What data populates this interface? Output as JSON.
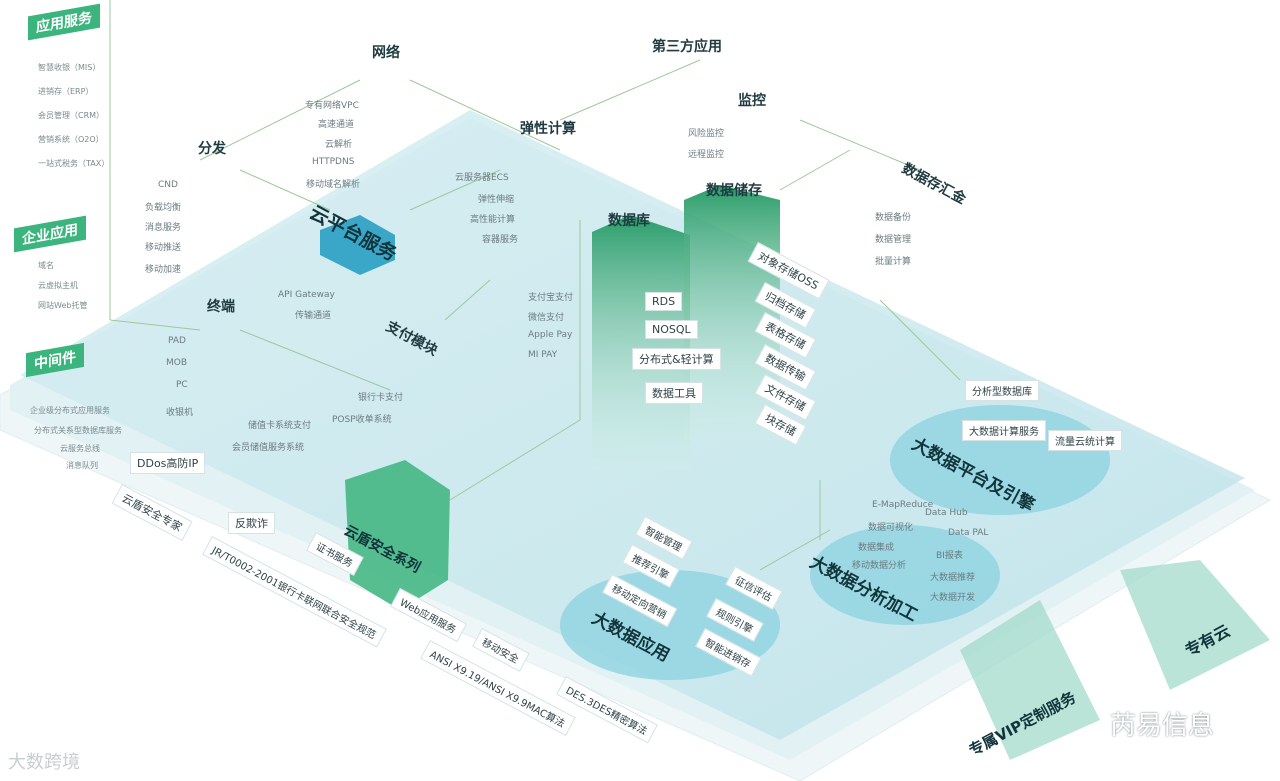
{
  "left_panels": [
    {
      "title": "应用服务",
      "items": [
        "智慧收银（MIS）",
        "进销存（ERP）",
        "会员管理（CRM）",
        "营销系统（O2O）",
        "一站式税务（TAX）"
      ]
    },
    {
      "title": "企业应用",
      "items": [
        "域名",
        "云虚拟主机",
        "网站Web托管"
      ]
    },
    {
      "title": "中间件",
      "items": [
        "企业级分布式应用服务",
        "分布式关系型数据库服务",
        "云服务总线",
        "消息队列"
      ]
    }
  ],
  "stacks": {
    "network": {
      "title": "网络",
      "items": [
        "专有网络VPC",
        "高速通道",
        "云解析",
        "HTTPDNS",
        "移动域名解析"
      ]
    },
    "distribute": {
      "title": "分发",
      "items": [
        "CND",
        "负载均衡",
        "消息服务",
        "移动推送",
        "移动加速"
      ]
    },
    "compute": {
      "title": "弹性计算",
      "items": [
        "云服务器ECS",
        "弹性伸缩",
        "高性能计算",
        "容器服务"
      ]
    },
    "third": {
      "title": "第三方应用"
    },
    "monitor": {
      "title": "监控",
      "items": [
        "风险监控",
        "远程监控"
      ]
    },
    "datastore_fund": {
      "title": "数据存汇金",
      "items": [
        "数据备份",
        "数据管理",
        "批量计算"
      ]
    },
    "terminal": {
      "title": "终端",
      "items": [
        "PAD",
        "MOB",
        "PC",
        "收银机"
      ]
    },
    "payment": {
      "title": "支付模块",
      "items": [
        "支付宝支付",
        "微信支付",
        "Apple Pay",
        "MI PAY",
        "银行卡支付",
        "POSP收单系统"
      ]
    },
    "cloud_platform": {
      "title": "云平台服务",
      "items": [
        "API Gateway",
        "传输通道"
      ]
    },
    "card_sys": {
      "items": [
        "储值卡系统支付",
        "会员储值服务系统"
      ]
    }
  },
  "database": {
    "title": "数据库",
    "items": [
      "RDS",
      "NOSQL",
      "分布式&轻计算",
      "数据工具"
    ]
  },
  "storage": {
    "title": "数据储存",
    "items": [
      "对象存储OSS",
      "归档存储",
      "表格存储",
      "数据传输",
      "文件存储",
      "块存储"
    ]
  },
  "bigdata_platform": {
    "title": "大数据平台及引擎",
    "items": [
      "分析型数据库",
      "大数据计算服务",
      "流量云统计算"
    ]
  },
  "bigdata_analysis": {
    "title": "大数据分析加工",
    "items": [
      "E-MapReduce",
      "Data Hub",
      "数据可视化",
      "Data PAL",
      "数据集成",
      "BI报表",
      "移动数据分析",
      "大数据推荐",
      "大数据开发"
    ]
  },
  "bigdata_app": {
    "title": "大数据应用",
    "items": [
      "智能管理",
      "推荐引擎",
      "征信评估",
      "移动定向营销",
      "规则引擎",
      "智能进销存"
    ]
  },
  "security": {
    "title": "云盾安全系列",
    "items": [
      "DDos高防IP",
      "云盾安全专家",
      "反欺诈",
      "JR/T0002-2001银行卡联网联合安全规范",
      "证书服务",
      "Web应用服务",
      "ANSI X9.19/ANSI X9.9MAC算法",
      "移动安全",
      "DES.3DES精密算法"
    ]
  },
  "vip": {
    "title": "专属VIP定制服务"
  },
  "private_cloud": {
    "title": "专有云"
  },
  "watermark_left": "大数跨境",
  "watermark_right": "芮易信息",
  "colors": {
    "green": "#3cb47e",
    "teal": "#a8dce4",
    "platform": "#cfe9ee",
    "deep": "#2a9d6a"
  }
}
